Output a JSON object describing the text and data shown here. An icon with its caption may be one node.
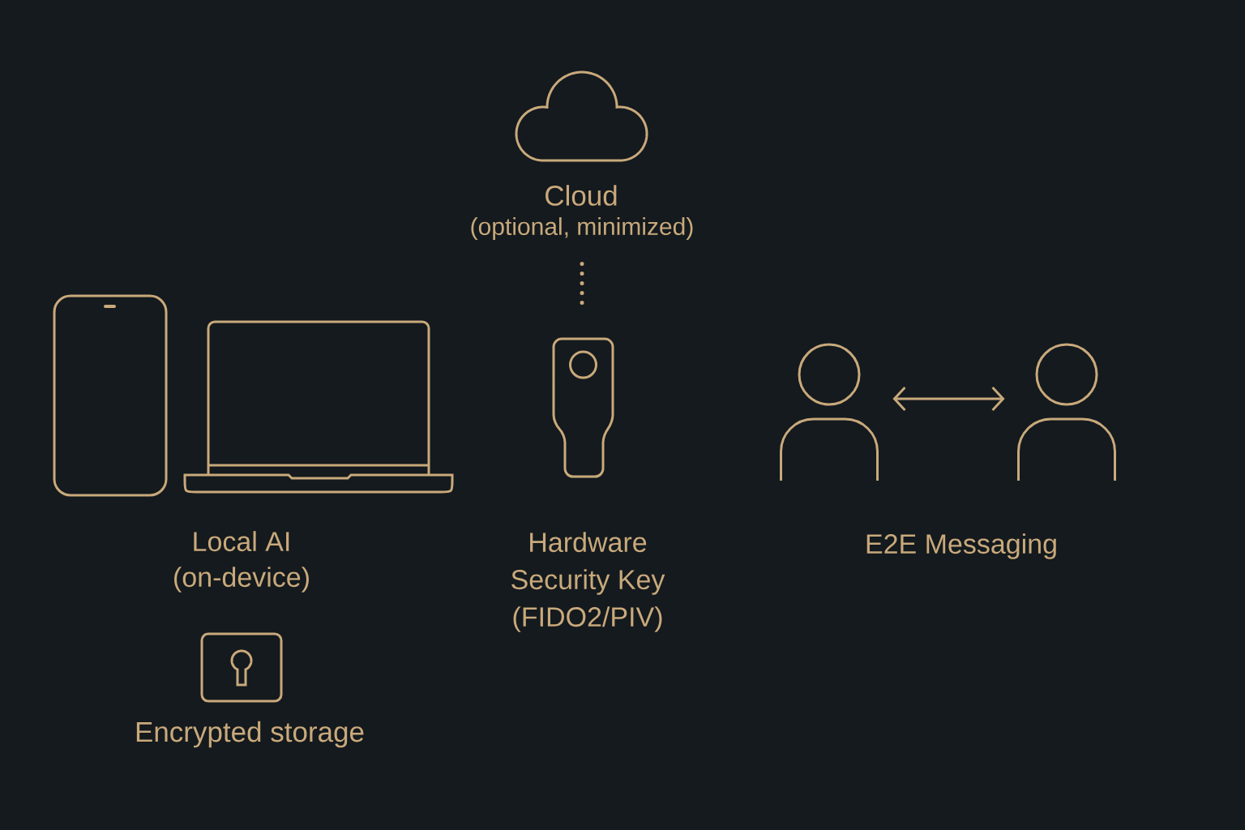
{
  "diagram": {
    "nodes": [
      {
        "text": [
          "Cloud",
          "(optional, minimized)"
        ]
      },
      {
        "text": [
          "Hardware Security Key (FIDO2/PIV)"
        ]
      },
      {
        "text": [],
        "shape": "person"
      },
      {
        "text": [],
        "shape": "person"
      },
      {
        "text": [
          "Encrypted storage"
        ]
      }
    ],
    "edges": [
      {
        "from": 0,
        "to": 1,
        "arrow": "none",
        "style": "dashed"
      },
      {
        "from": 2,
        "to": 3,
        "arrow": "both"
      }
    ],
    "labels": [
      "Local AI (on-device)",
      "E2E Messaging"
    ]
  }
}
